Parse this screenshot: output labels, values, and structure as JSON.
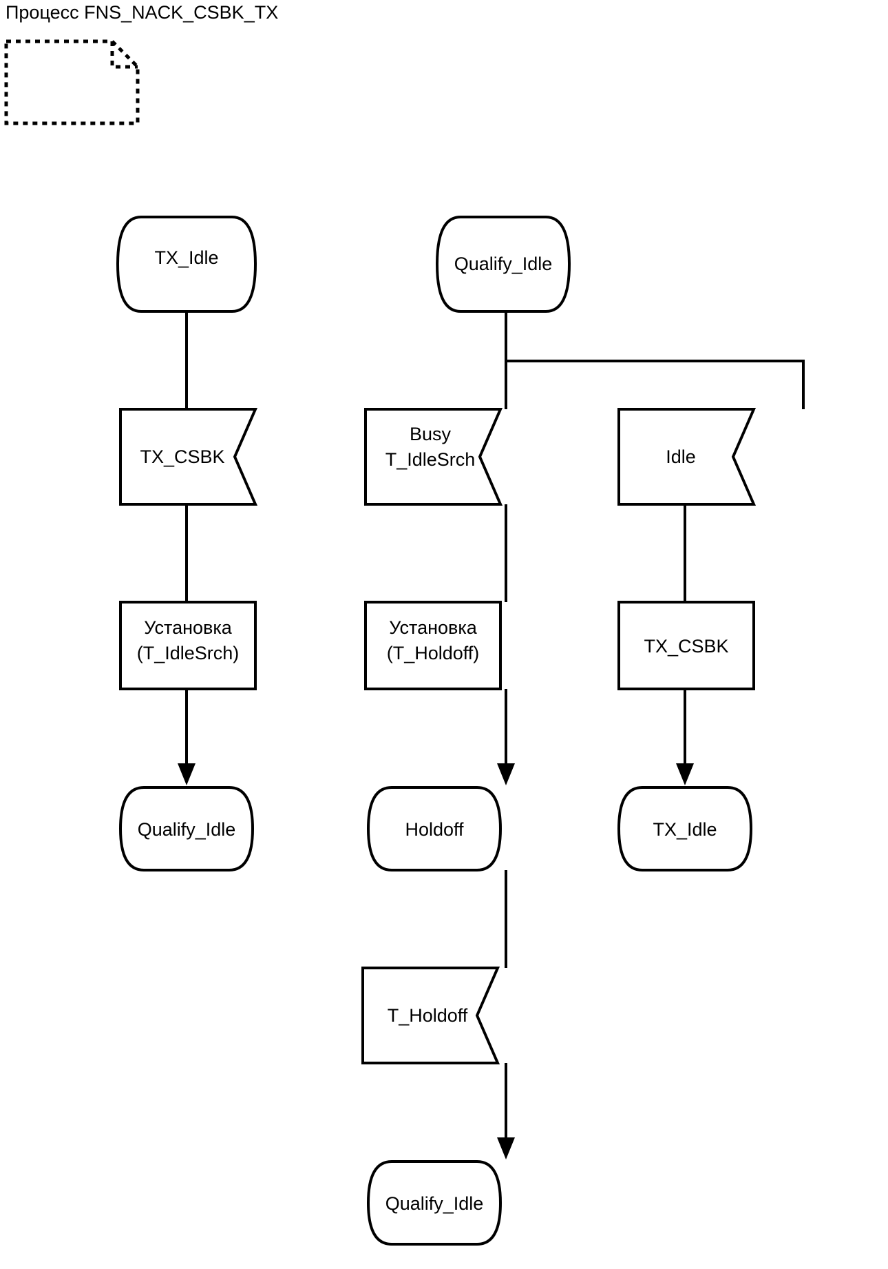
{
  "title": "Процесс FNS_NACK_CSBK_TX",
  "diagram": {
    "type": "sdl-process-flowchart",
    "text_extension": {
      "name": "text-extension-symbol",
      "content": ""
    },
    "columns": [
      {
        "id": "left",
        "nodes": [
          {
            "id": "l1",
            "kind": "state",
            "label": "TX_Idle"
          },
          {
            "id": "l2",
            "kind": "input",
            "label": "TX_CSBK"
          },
          {
            "id": "l3",
            "kind": "task",
            "label_line1": "Установка",
            "label_line2": "(T_IdleSrch)"
          },
          {
            "id": "l4",
            "kind": "state",
            "label": "Qualify_Idle"
          }
        ]
      },
      {
        "id": "middle",
        "nodes": [
          {
            "id": "m1",
            "kind": "state",
            "label": "Qualify_Idle"
          },
          {
            "id": "m2",
            "kind": "input",
            "label_line1": "Busy",
            "label_line2": "T_IdleSrch"
          },
          {
            "id": "m3",
            "kind": "task",
            "label_line1": "Установка",
            "label_line2": "(T_Holdoff)"
          },
          {
            "id": "m4",
            "kind": "state",
            "label": "Holdoff"
          },
          {
            "id": "m5",
            "kind": "input",
            "label": "T_Holdoff"
          },
          {
            "id": "m6",
            "kind": "state",
            "label": "Qualify_Idle"
          }
        ]
      },
      {
        "id": "right",
        "nodes": [
          {
            "id": "r1",
            "kind": "input",
            "label": "Idle"
          },
          {
            "id": "r2",
            "kind": "task",
            "label": "TX_CSBK"
          },
          {
            "id": "r3",
            "kind": "state",
            "label": "TX_Idle"
          }
        ]
      }
    ],
    "colors": {
      "stroke": "#000000",
      "fill": "#ffffff",
      "background": "#ffffff"
    }
  }
}
